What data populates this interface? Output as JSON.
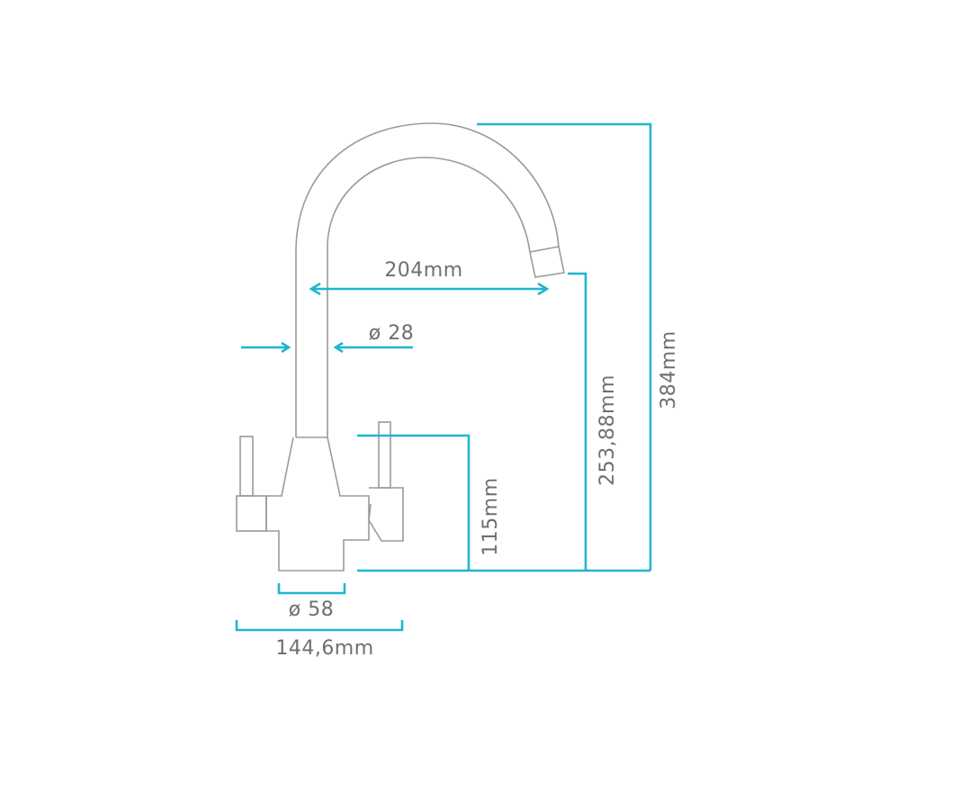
{
  "colors": {
    "dimension": "#1fb6cf",
    "outline": "#9a9a9a",
    "text": "#6f6f6f",
    "background": "#ffffff"
  },
  "dimensions": {
    "spout_reach": "204mm",
    "spout_diameter": "ø 28",
    "body_height": "115mm",
    "spout_outlet_height": "253,88mm",
    "total_height": "384mm",
    "base_diameter": "ø 58",
    "total_width": "144,6mm"
  }
}
